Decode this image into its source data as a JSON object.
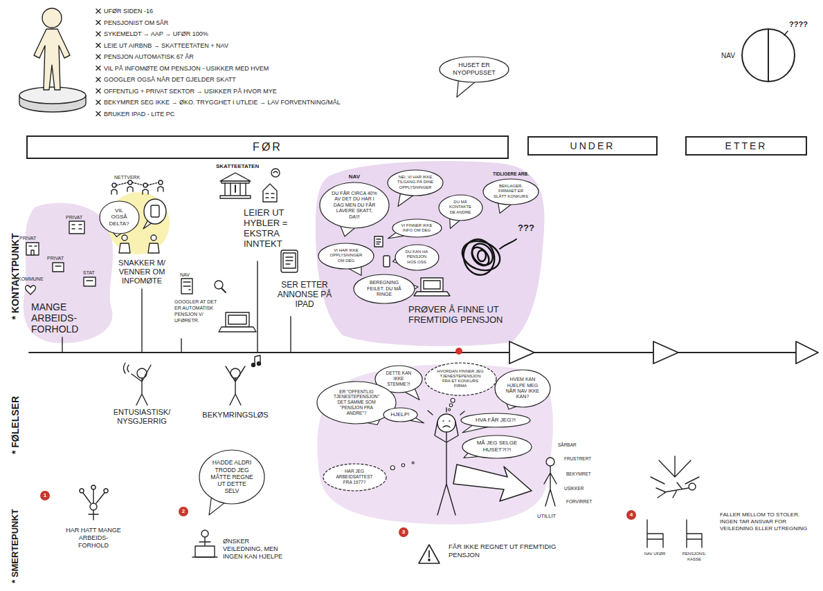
{
  "diagram": {
    "nodes": [
      {
        "text": [
          "HUSET ER NYOPPUSSET"
        ]
      },
      {
        "text": [
          "FØR"
        ]
      },
      {
        "text": [
          "UNDER"
        ]
      },
      {
        "text": [
          "ETTER"
        ]
      },
      {
        "text": [
          "VIL OGSÅ DELTA?"
        ]
      },
      {
        "text": [
          "NAV",
          "DU FÅR CIRCA 40% AV DET DU HAR I DAG MEN DU FÅR LAVERE SKATT, DA!!!"
        ]
      },
      {
        "text": [
          "VI HAR IKKE OPPLYSNINGER OM DEG"
        ]
      },
      {
        "text": [
          "VI FINNER IKKE INFO OM DEG"
        ]
      },
      {
        "text": [
          "NEI, VI HAR IKKE TILGANG PÅ DINE OPPLYSNINGER"
        ]
      },
      {
        "text": [
          "DU MÅ KONTAKTE DE ANDRE"
        ]
      },
      {
        "text": [
          "TIDLIGERE ARB.",
          "BEKLAGER, FIRMAET ER SLÅTT KONKURS"
        ]
      },
      {
        "text": [
          "DU KAN HA PENSJON HOS OSS"
        ]
      },
      {
        "text": [
          "BEREGNING FEILET. DU MÅ RINGE"
        ]
      },
      {
        "text": [
          "DETTE KAN IKKE STEMME?!"
        ]
      },
      {
        "text": [
          "HVORDAN FINNER JEG TJENESTEPENSJON FRA ET KONKURS FIRMA"
        ]
      },
      {
        "text": [
          "HVEM KAN HJELPE MEG NÅR NAV IKKE KAN?"
        ]
      },
      {
        "text": [
          "ER \"OFFENTLIG TJENESTEPENSJON\" DET SAMME SOM \"PENSJON FRA ANDRE\"?"
        ]
      },
      {
        "text": [
          "HJELP!"
        ]
      },
      {
        "text": [
          "HVA FÅR JEG?!"
        ]
      },
      {
        "text": [
          "MÅ JEG SELGE HUSET?!?!"
        ]
      },
      {
        "text": [
          "HAR JEG ARBEIDSATTEST FRA 1977?"
        ]
      },
      {
        "text": [
          "HADDE ALDRI TRODD JEG MÅTTE REGNE UT DETTE SELV"
        ]
      }
    ],
    "labels": [
      "UFØR SIDEN -16",
      "PENSJONIST OM 5ÅR",
      "SYKEMELDT → AAP → UFØR 100%",
      "LEIE UT AIRBNB → SKATTEETATEN + NAV",
      "PENSJON AUTOMATISK 67 ÅR",
      "VIL PÅ INFOMØTE OM PENSJON - USIKKER MED HVEM",
      "GOOGLER OGSÅ NÅR DET GJELDER SKATT",
      "OFFENTLIG + PRIVAT SEKTOR → USIKKER PÅ HVOR MYE",
      "BEKYMRER SEG IKKE → ØKO. TRYGGHET I UTLEIE → LAV FORVENTNING/MÅL",
      "BRUKER IPAD - LITE PC",
      "NAV",
      "????",
      "* KONTAKTPUNKT",
      "* FØLELSER",
      "* SMERTEPUNKT",
      "PRIVAT",
      "PRIVAT",
      "PRIVAT",
      "STAT",
      "KOMMUNE",
      "MANGE ARBEIDS-FORHOLD",
      "NETTVERK",
      "SNAKKER M/ VENNER OM INFOMØTE",
      "NAV",
      "GOOGLER AT DET ER AUTOMATISK PENSJON V/ UFØRETR.",
      "SKATTEETATEN",
      "LEIER UT HYBLER = EKSTRA INNTEKT",
      "SER ETTER ANNONSE PÅ IPAD",
      "???",
      "PRØVER Å FINNE UT FREMTIDIG PENSJON",
      "ENTUSIASTISK/ NYSGJERRIG",
      "BEKYMRINGSLØS",
      "SÅRBAR",
      "FRUSTRERT",
      "BEKYMRET",
      "USIKKER",
      "FORVIRRET",
      "UTILLIT",
      "1",
      "HAR HATT MANGE ARBEIDS-FORHOLD",
      "2",
      "ØNSKER VEILEDNING, MEN INGEN KAN HJELPE",
      "3",
      "FÅR IKKE REGNET UT FREMTIDIG PENSJON",
      "4",
      "NAV UFØR",
      "PENSJONS-KASSE",
      "FALLER MELLOM TO STOLER. INGEN TAR ANSVAR FOR VEILEDNING ELLER UTREGNING"
    ]
  }
}
